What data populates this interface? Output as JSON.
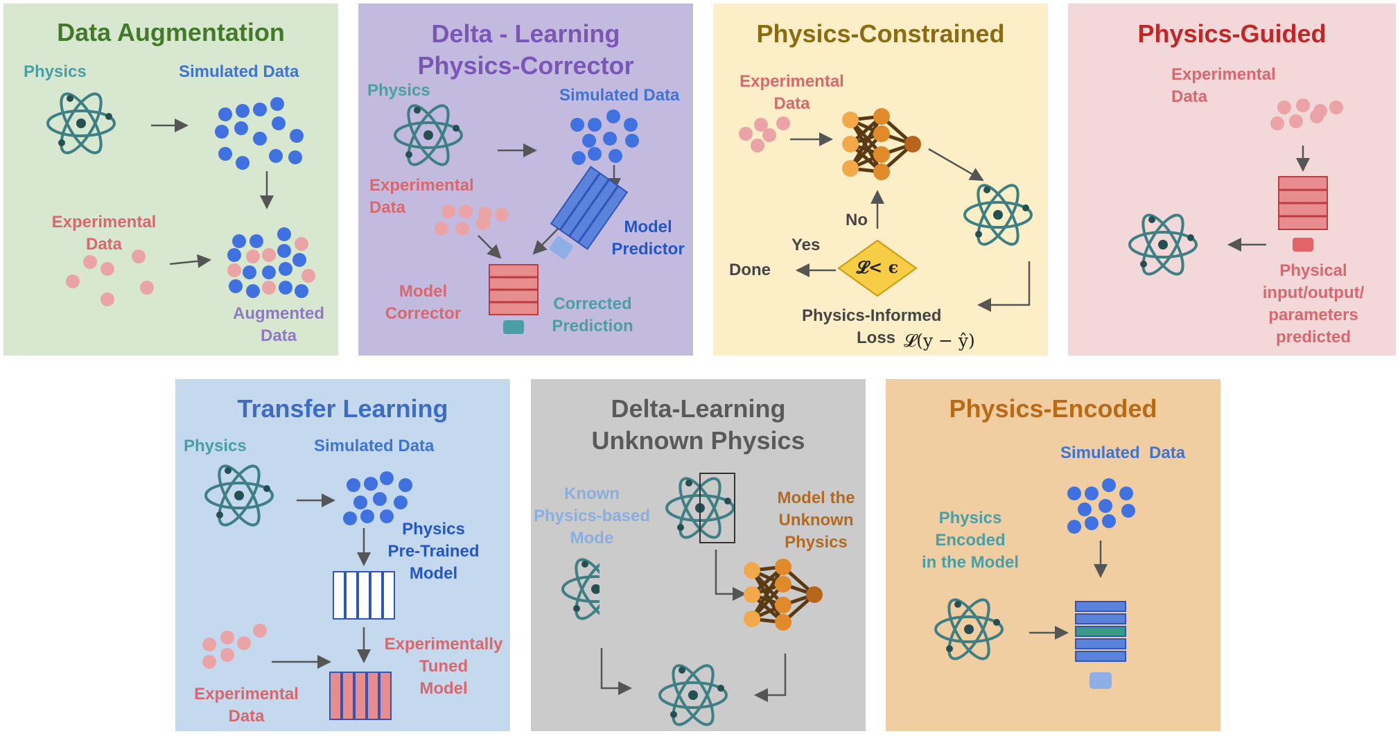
{
  "colors": {
    "panel_green": "#d8e8d0",
    "panel_purple": "#c3bbdf",
    "panel_yellow": "#fcefc7",
    "panel_pink": "#f2d8d8",
    "panel_blue": "#c4d8ee",
    "panel_gray": "#cbcbcb",
    "panel_orange": "#f0ceA2",
    "atom": "#3d7f83",
    "sim_dot": "#3f72e0",
    "exp_dot": "#eba4a6"
  },
  "panels": {
    "data_augmentation": {
      "title": "Data Augmentation",
      "physics": "Physics",
      "simulated": "Simulated Data",
      "experimental": "Experimental\nData",
      "augmented": "Augmented\nData"
    },
    "delta_corrector": {
      "title": "Delta - Learning\nPhysics-Corrector",
      "physics": "Physics",
      "simulated": "Simulated Data",
      "experimental": "Experimental\nData",
      "predictor": "Model\nPredictor",
      "corrector": "Model\nCorrector",
      "corrected": "Corrected\nPrediction"
    },
    "physics_constrained": {
      "title": "Physics-Constrained",
      "experimental": "Experimental\nData",
      "no": "No",
      "yes": "Yes",
      "done": "Done",
      "condition": "𝓛< ϵ",
      "loss_label_1": "Physics-Informed",
      "loss_label_2": "Loss",
      "loss_formula": "𝓛(y − ŷ)"
    },
    "physics_guided": {
      "title": "Physics-Guided",
      "experimental": "Experimental\nData",
      "predicted": "Physical\ninput/output/\nparameters\npredicted"
    },
    "transfer_learning": {
      "title": "Transfer Learning",
      "physics": "Physics",
      "simulated": "Simulated Data",
      "pretrained": "Physics\nPre-Trained\nModel",
      "tuned": "Experimentally\nTuned\nModel",
      "experimental": "Experimental\nData"
    },
    "delta_unknown": {
      "title": "Delta-Learning\nUnknown Physics",
      "known": "Known\nPhysics-based\nMode",
      "unknown": "Model the\nUnknown\nPhysics"
    },
    "physics_encoded": {
      "title": "Physics-Encoded",
      "simulated": "Simulated  Data",
      "encoded": "Physics\nEncoded\nin the Model"
    }
  }
}
